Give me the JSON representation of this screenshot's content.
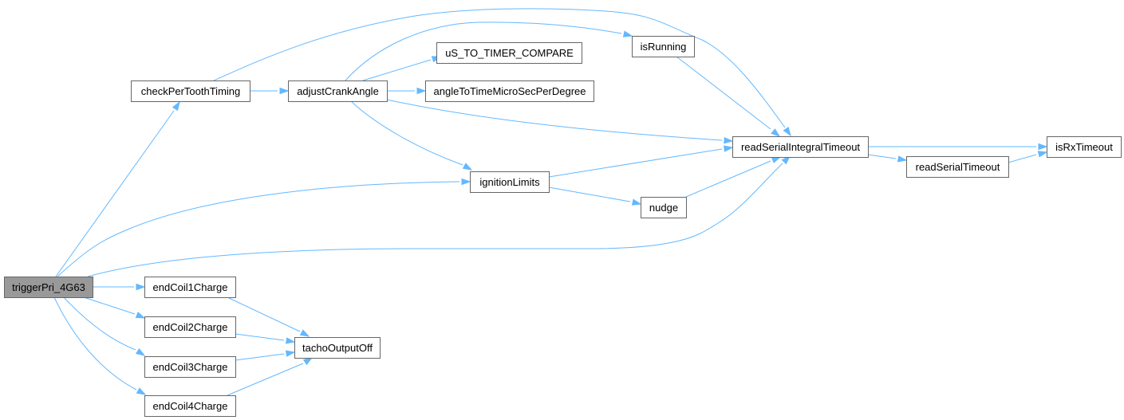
{
  "graph": {
    "edge_color": "#63b8ff",
    "node_border_color": "#666666",
    "root_fill_color": "#999999",
    "nodes": [
      {
        "id": "triggerPri_4G63",
        "label": "triggerPri_4G63",
        "root": true
      },
      {
        "id": "checkPerToothTiming",
        "label": "checkPerToothTiming"
      },
      {
        "id": "adjustCrankAngle",
        "label": "adjustCrankAngle"
      },
      {
        "id": "uS_TO_TIMER_COMPARE",
        "label": "uS_TO_TIMER_COMPARE"
      },
      {
        "id": "angleToTimeMicroSecPerDegree",
        "label": "angleToTimeMicroSecPerDegree"
      },
      {
        "id": "isRunning",
        "label": "isRunning"
      },
      {
        "id": "readSerialIntegralTimeout",
        "label": "readSerialIntegralTimeout"
      },
      {
        "id": "isRxTimeout",
        "label": "isRxTimeout"
      },
      {
        "id": "readSerialTimeout",
        "label": "readSerialTimeout"
      },
      {
        "id": "ignitionLimits",
        "label": "ignitionLimits"
      },
      {
        "id": "nudge",
        "label": "nudge"
      },
      {
        "id": "endCoil1Charge",
        "label": "endCoil1Charge"
      },
      {
        "id": "endCoil2Charge",
        "label": "endCoil2Charge"
      },
      {
        "id": "endCoil3Charge",
        "label": "endCoil3Charge"
      },
      {
        "id": "endCoil4Charge",
        "label": "endCoil4Charge"
      },
      {
        "id": "tachoOutputOff",
        "label": "tachoOutputOff"
      }
    ],
    "edges": [
      {
        "from": "triggerPri_4G63",
        "to": "checkPerToothTiming"
      },
      {
        "from": "triggerPri_4G63",
        "to": "ignitionLimits"
      },
      {
        "from": "triggerPri_4G63",
        "to": "readSerialIntegralTimeout"
      },
      {
        "from": "triggerPri_4G63",
        "to": "endCoil1Charge"
      },
      {
        "from": "triggerPri_4G63",
        "to": "endCoil2Charge"
      },
      {
        "from": "triggerPri_4G63",
        "to": "endCoil3Charge"
      },
      {
        "from": "triggerPri_4G63",
        "to": "endCoil4Charge"
      },
      {
        "from": "checkPerToothTiming",
        "to": "adjustCrankAngle"
      },
      {
        "from": "checkPerToothTiming",
        "to": "readSerialIntegralTimeout"
      },
      {
        "from": "adjustCrankAngle",
        "to": "uS_TO_TIMER_COMPARE"
      },
      {
        "from": "adjustCrankAngle",
        "to": "angleToTimeMicroSecPerDegree"
      },
      {
        "from": "adjustCrankAngle",
        "to": "isRunning"
      },
      {
        "from": "adjustCrankAngle",
        "to": "readSerialIntegralTimeout"
      },
      {
        "from": "adjustCrankAngle",
        "to": "ignitionLimits"
      },
      {
        "from": "isRunning",
        "to": "readSerialIntegralTimeout"
      },
      {
        "from": "ignitionLimits",
        "to": "readSerialIntegralTimeout"
      },
      {
        "from": "ignitionLimits",
        "to": "nudge"
      },
      {
        "from": "nudge",
        "to": "readSerialIntegralTimeout"
      },
      {
        "from": "readSerialIntegralTimeout",
        "to": "isRxTimeout"
      },
      {
        "from": "readSerialIntegralTimeout",
        "to": "readSerialTimeout"
      },
      {
        "from": "readSerialTimeout",
        "to": "isRxTimeout"
      },
      {
        "from": "endCoil1Charge",
        "to": "tachoOutputOff"
      },
      {
        "from": "endCoil2Charge",
        "to": "tachoOutputOff"
      },
      {
        "from": "endCoil3Charge",
        "to": "tachoOutputOff"
      },
      {
        "from": "endCoil4Charge",
        "to": "tachoOutputOff"
      }
    ]
  }
}
